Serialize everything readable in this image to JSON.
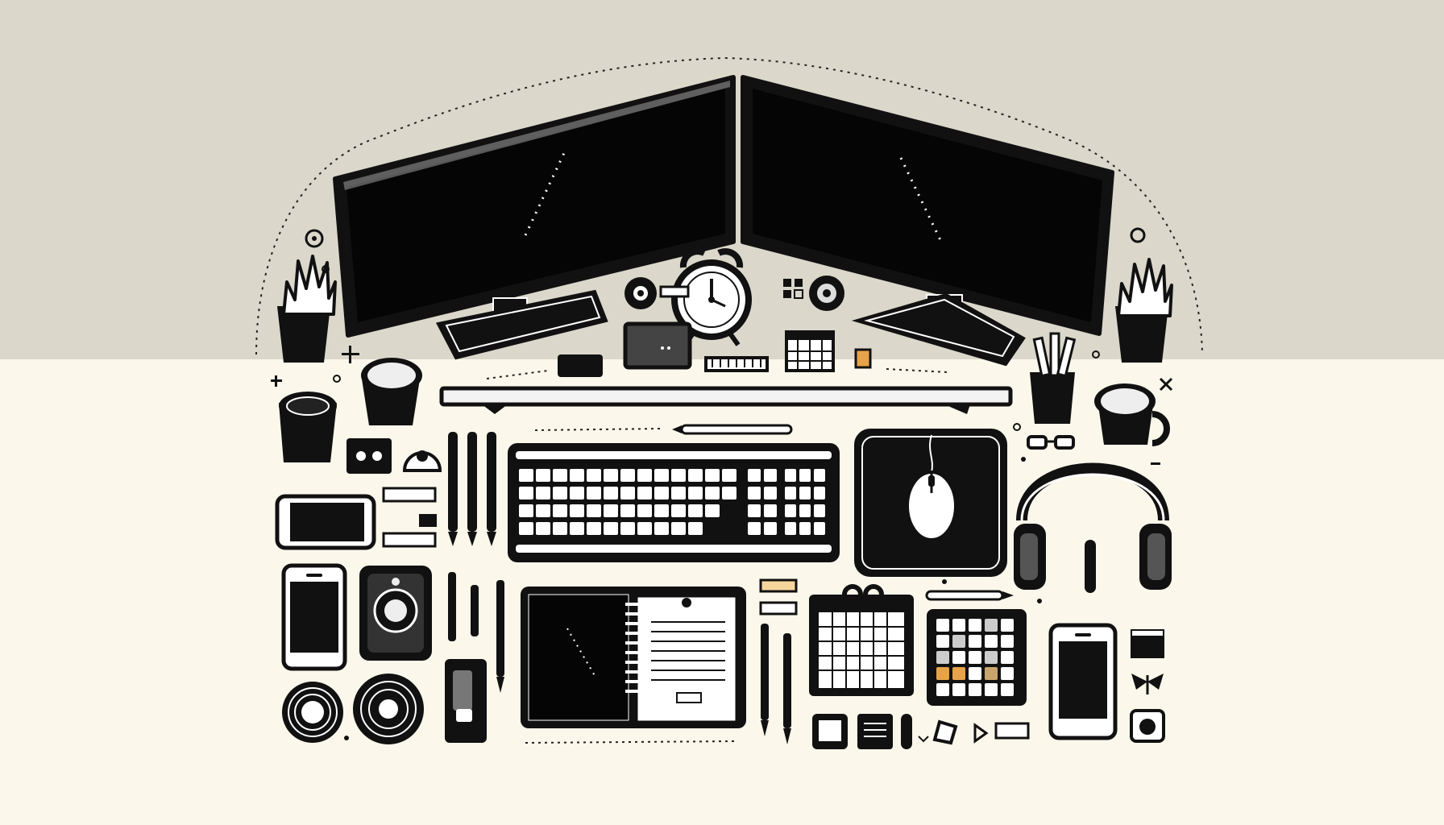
{
  "scene": {
    "kind": "flat-lay illustration of a desk workspace",
    "colors": {
      "wall": "#dbd7cb",
      "desk": "#fbf8eb",
      "ink": "#0b0b0b",
      "line": "#1a1a1a",
      "paper": "#ffffff",
      "accent_orange": "#e6a349",
      "accent_tan": "#c9a46c",
      "screen": "#050505"
    }
  },
  "items": [
    {
      "name": "monitor-left-icon",
      "icon": "monitor"
    },
    {
      "name": "monitor-right-icon",
      "icon": "monitor"
    },
    {
      "name": "alarm-clock-icon",
      "icon": "alarm-clock"
    },
    {
      "name": "webcam-icon",
      "icon": "webcam"
    },
    {
      "name": "speaker-small-icon",
      "icon": "speaker"
    },
    {
      "name": "calendar-small-icon",
      "icon": "calendar"
    },
    {
      "name": "plant-left-icon",
      "icon": "potted-plant"
    },
    {
      "name": "plant-right-icon",
      "icon": "potted-plant"
    },
    {
      "name": "coffee-cup-icon",
      "icon": "coffee-cup"
    },
    {
      "name": "mug-icon",
      "icon": "mug"
    },
    {
      "name": "keyboard-icon",
      "icon": "keyboard"
    },
    {
      "name": "mouse-pad-icon",
      "icon": "mouse-pad"
    },
    {
      "name": "mouse-icon",
      "icon": "mouse"
    },
    {
      "name": "headphones-icon",
      "icon": "headphones"
    },
    {
      "name": "phone-icon",
      "icon": "smartphone"
    },
    {
      "name": "tablet-icon",
      "icon": "tablet"
    },
    {
      "name": "speaker-icon",
      "icon": "speaker"
    },
    {
      "name": "notebook-icon",
      "icon": "spiral-notebook"
    },
    {
      "name": "clipboard-icon",
      "icon": "clipboard"
    },
    {
      "name": "calendar-icon",
      "icon": "calendar"
    },
    {
      "name": "launchpad-icon",
      "icon": "pad-controller"
    },
    {
      "name": "pen-icon",
      "icon": "pen"
    },
    {
      "name": "pencil-cup-icon",
      "icon": "pencil-cup"
    },
    {
      "name": "glasses-icon",
      "icon": "glasses"
    },
    {
      "name": "cable-roll-icon",
      "icon": "cable-roll"
    },
    {
      "name": "tape-roll-icon",
      "icon": "tape-roll"
    },
    {
      "name": "hard-drive-icon",
      "icon": "hard-drive"
    },
    {
      "name": "butterfly-icon",
      "icon": "butterfly"
    }
  ]
}
